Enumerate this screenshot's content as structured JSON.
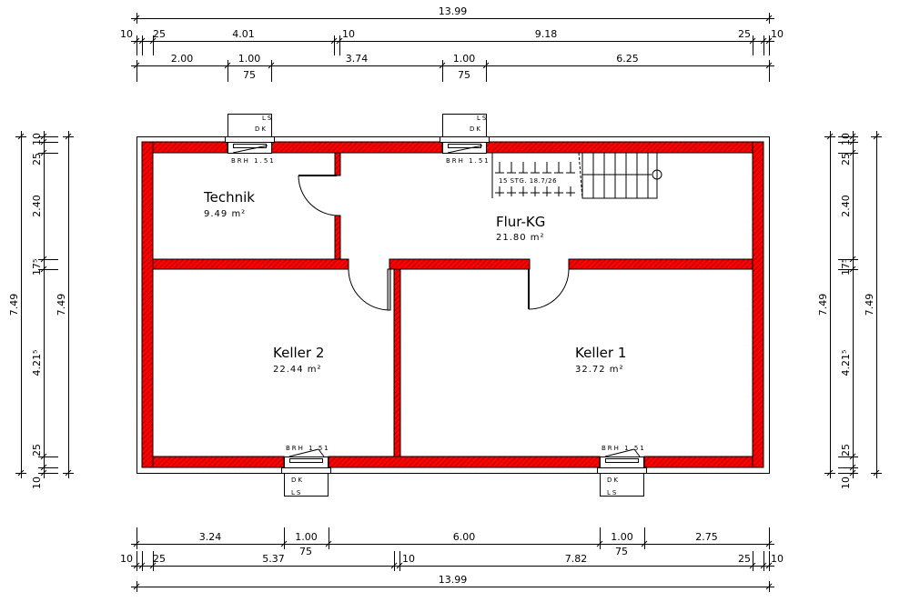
{
  "colors": {
    "wall": "#ff0000",
    "hatch": "#5a0000",
    "line": "#000000"
  },
  "rooms": [
    {
      "name": "Technik",
      "area": "9.49 m²"
    },
    {
      "name": "Flur-KG",
      "area": "21.80 m²"
    },
    {
      "name": "Keller 2",
      "area": "22.44 m²"
    },
    {
      "name": "Keller 1",
      "area": "32.72 m²"
    }
  ],
  "stairs": {
    "label": "15 STG. 18.7/26"
  },
  "windows": {
    "box_top": "LS",
    "box_mid": "DK",
    "sill": "BRH 1.51"
  },
  "dimensions": {
    "top_overall": [
      "13.99"
    ],
    "top_walls": [
      "10",
      "25",
      "4.01",
      "10",
      "9.18",
      "25",
      "10"
    ],
    "top_openings": [
      "2.00",
      "1.00",
      "3.74",
      "1.00",
      "6.25"
    ],
    "top_opening_heights": [
      "75",
      "75"
    ],
    "bottom_openings": [
      "3.24",
      "1.00",
      "6.00",
      "1.00",
      "2.75"
    ],
    "bottom_opening_heights": [
      "75",
      "75"
    ],
    "bottom_walls": [
      "10",
      "25",
      "5.37",
      "10",
      "7.82",
      "25",
      "10"
    ],
    "bottom_overall": [
      "13.99"
    ],
    "left_overall": [
      "7.49"
    ],
    "left_walls": [
      "10",
      "25",
      "2.40",
      "17⁵",
      "4.21⁵",
      "25",
      "10"
    ],
    "left_inner": [
      "7.49"
    ],
    "right_overall": [
      "7.49"
    ],
    "right_walls": [
      "10",
      "25",
      "2.40",
      "17⁵",
      "4.21⁵",
      "25",
      "10"
    ],
    "right_inner": [
      "7.49"
    ]
  }
}
